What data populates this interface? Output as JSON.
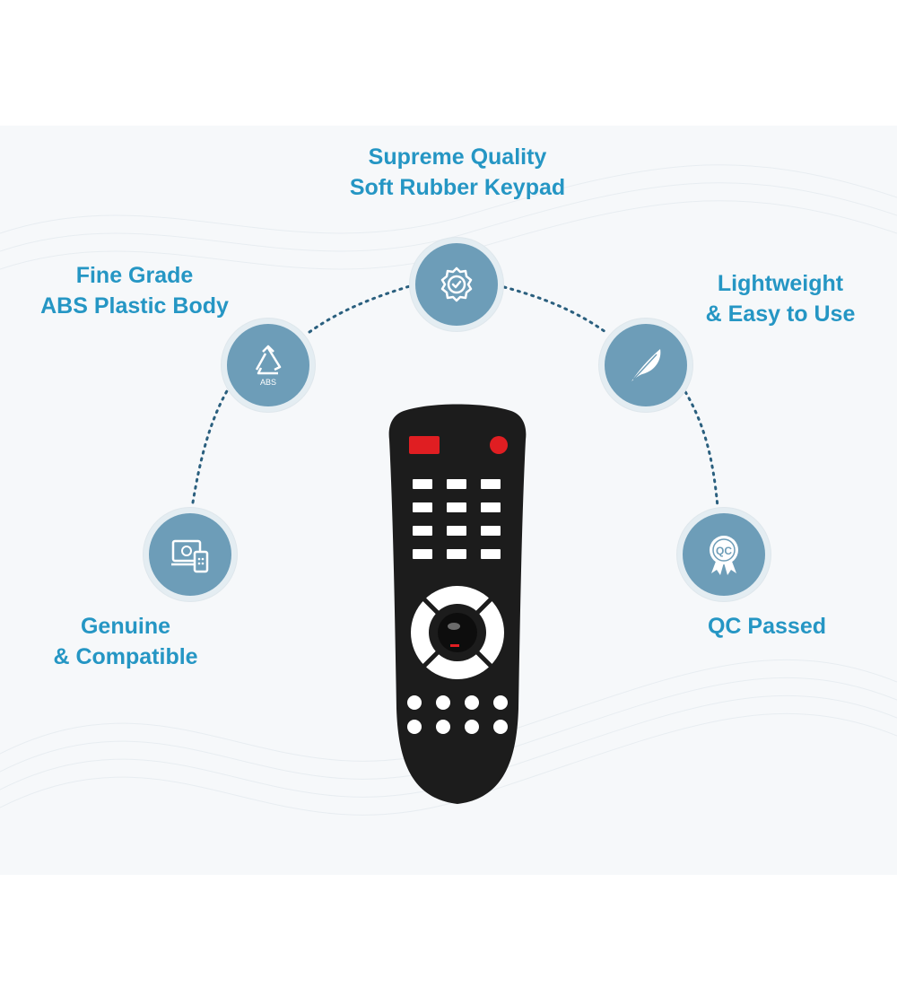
{
  "features": {
    "keypad": {
      "line1": "Supreme Quality",
      "line2": "Soft Rubber Keypad",
      "icon": "quality-check-badge-icon"
    },
    "abs": {
      "line1": "Fine Grade",
      "line2": "ABS Plastic Body",
      "icon": "abs-recycle-icon",
      "icon_text": "ABS"
    },
    "lightweight": {
      "line1": "Lightweight",
      "line2": "& Easy to Use",
      "icon": "feather-icon"
    },
    "genuine": {
      "line1": "Genuine",
      "line2": "& Compatible",
      "icon": "devices-icon"
    },
    "qc": {
      "line1": "QC Passed",
      "icon": "qc-rosette-icon",
      "icon_text": "QC"
    }
  },
  "colors": {
    "accent_text": "#2596c4",
    "badge_fill": "#6d9db8",
    "remote_body": "#1c1c1c",
    "power_red": "#e01e22"
  }
}
